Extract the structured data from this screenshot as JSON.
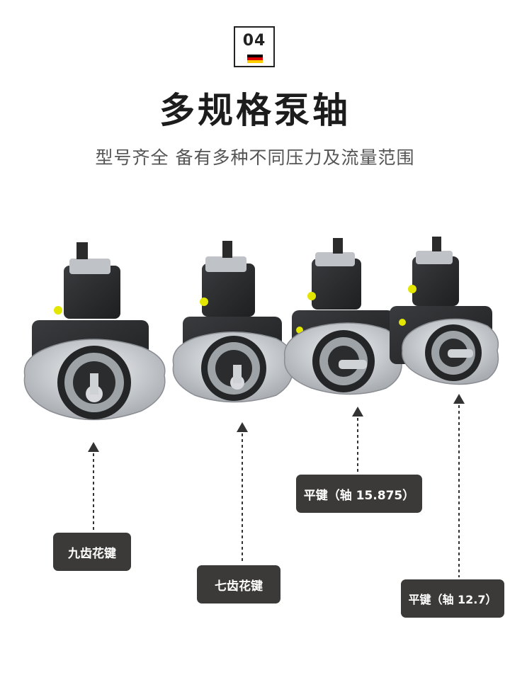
{
  "badge": {
    "number": "04"
  },
  "title": "多规格泵轴",
  "subtitle": "型号齐全 备有多种不同压力及流量范围",
  "labels": {
    "nine_spline": "九齿花键",
    "seven_spline": "七齿花键",
    "flat_key_15": "平键（轴 15.875）",
    "flat_key_12": "平键（轴 12.7）"
  },
  "colors": {
    "label_bg": "#3b3a39",
    "pump_body": "#2a2b2d",
    "flange": "#c9ccd0",
    "accent_yellow": "#e3e600",
    "flag_black": "#000000",
    "flag_red": "#dd0000",
    "flag_gold": "#ffce00"
  }
}
